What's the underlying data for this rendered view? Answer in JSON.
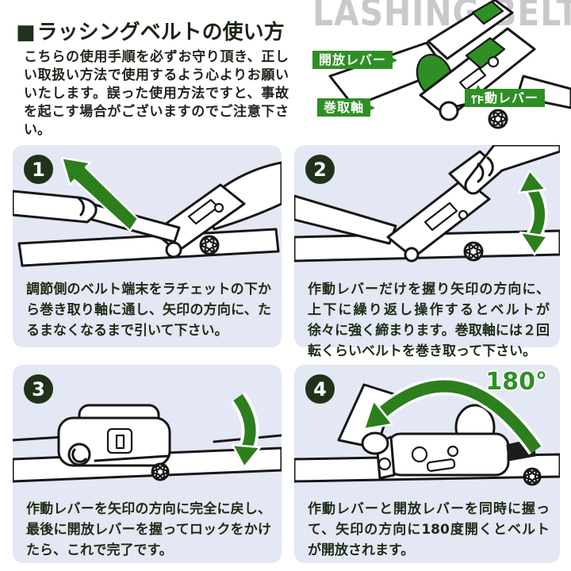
{
  "page": {
    "title_bullet": "■",
    "title": "ラッシングベルトの使い方",
    "intro": "こちらの使用手順を必ずお守り頂き、正しい取扱い方法で使用するよう心よりお願いいたします。誤った使用方法ですと、事故を起こす場合がございますのでご注意下さい。"
  },
  "diagram": {
    "watermark": "LASHING BELT",
    "labels": [
      {
        "text": "開放レバー"
      },
      {
        "text": "巻取軸"
      },
      {
        "text": "作動レバー"
      }
    ]
  },
  "steps": [
    {
      "number": "1",
      "caption": "調節側のベルト端末をラチェットの下から巻き取り軸に通し、矢印の方向に、たるまなくなるまで引いて下さい。"
    },
    {
      "number": "2",
      "caption": "作動レバーだけを握り矢印の方向に、上下に繰り返し操作するとベルトが徐々に強く締まります。巻取軸には２回転くらいベルトを巻き取って下さい。"
    },
    {
      "number": "3",
      "caption": "作動レバーを矢印の方向に完全に戻し、最後に開放レバーを握ってロックをかけたら、これで完了です。"
    },
    {
      "number": "4",
      "caption": "作動レバーと開放レバーを同時に握って、矢印の方向に180度開くとベルトが開放されます。",
      "angle_label": "180°"
    }
  ],
  "colors": {
    "accent_green": "#2f8f25",
    "arrow_green": "#2d7e1c",
    "badge_green": "#20331a",
    "panel_background": "#e4e7f4",
    "watermark_gray": "#c9c9c9",
    "text_dark": "#1d2b15"
  }
}
